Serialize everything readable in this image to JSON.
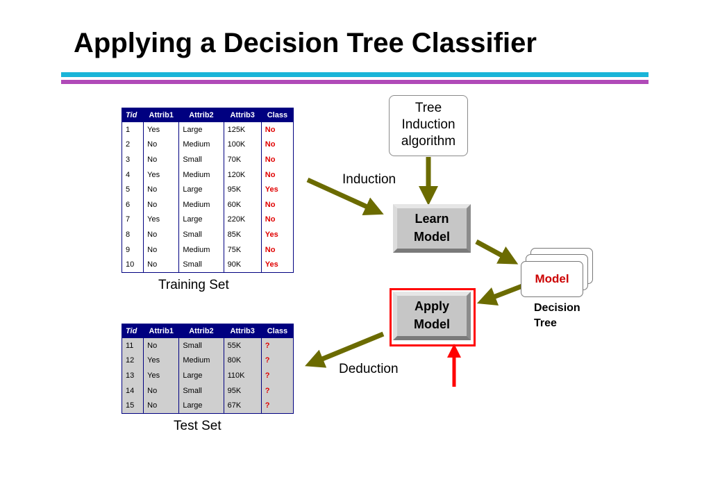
{
  "slide": {
    "title": "Applying a Decision Tree Classifier"
  },
  "training": {
    "headers": [
      "Tid",
      "Attrib1",
      "Attrib2",
      "Attrib3",
      "Class"
    ],
    "rows": [
      [
        "1",
        "Yes",
        "Large",
        "125K",
        "No"
      ],
      [
        "2",
        "No",
        "Medium",
        "100K",
        "No"
      ],
      [
        "3",
        "No",
        "Small",
        "70K",
        "No"
      ],
      [
        "4",
        "Yes",
        "Medium",
        "120K",
        "No"
      ],
      [
        "5",
        "No",
        "Large",
        "95K",
        "Yes"
      ],
      [
        "6",
        "No",
        "Medium",
        "60K",
        "No"
      ],
      [
        "7",
        "Yes",
        "Large",
        "220K",
        "No"
      ],
      [
        "8",
        "No",
        "Small",
        "85K",
        "Yes"
      ],
      [
        "9",
        "No",
        "Medium",
        "75K",
        "No"
      ],
      [
        "10",
        "No",
        "Small",
        "90K",
        "Yes"
      ]
    ],
    "caption": "Training Set"
  },
  "test": {
    "headers": [
      "Tid",
      "Attrib1",
      "Attrib2",
      "Attrib3",
      "Class"
    ],
    "rows": [
      [
        "11",
        "No",
        "Small",
        "55K",
        "?"
      ],
      [
        "12",
        "Yes",
        "Medium",
        "80K",
        "?"
      ],
      [
        "13",
        "Yes",
        "Large",
        "110K",
        "?"
      ],
      [
        "14",
        "No",
        "Small",
        "95K",
        "?"
      ],
      [
        "15",
        "No",
        "Large",
        "67K",
        "?"
      ]
    ],
    "caption": "Test Set"
  },
  "flow": {
    "algorithm_lines": [
      "Tree",
      "Induction",
      "algorithm"
    ],
    "induction_label": "Induction",
    "deduction_label": "Deduction",
    "learn_lines": [
      "Learn",
      "Model"
    ],
    "apply_lines": [
      "Apply",
      "Model"
    ],
    "model_label": "Model",
    "decision_tree_lines": [
      "Decision",
      "Tree"
    ]
  },
  "colors": {
    "header_bg": "#000080",
    "class_text": "#e00000",
    "arrow": "#6b6b00",
    "highlight": "#ff0000",
    "rule_cyan": "#1ab4d8",
    "rule_purple": "#b04ab8"
  }
}
